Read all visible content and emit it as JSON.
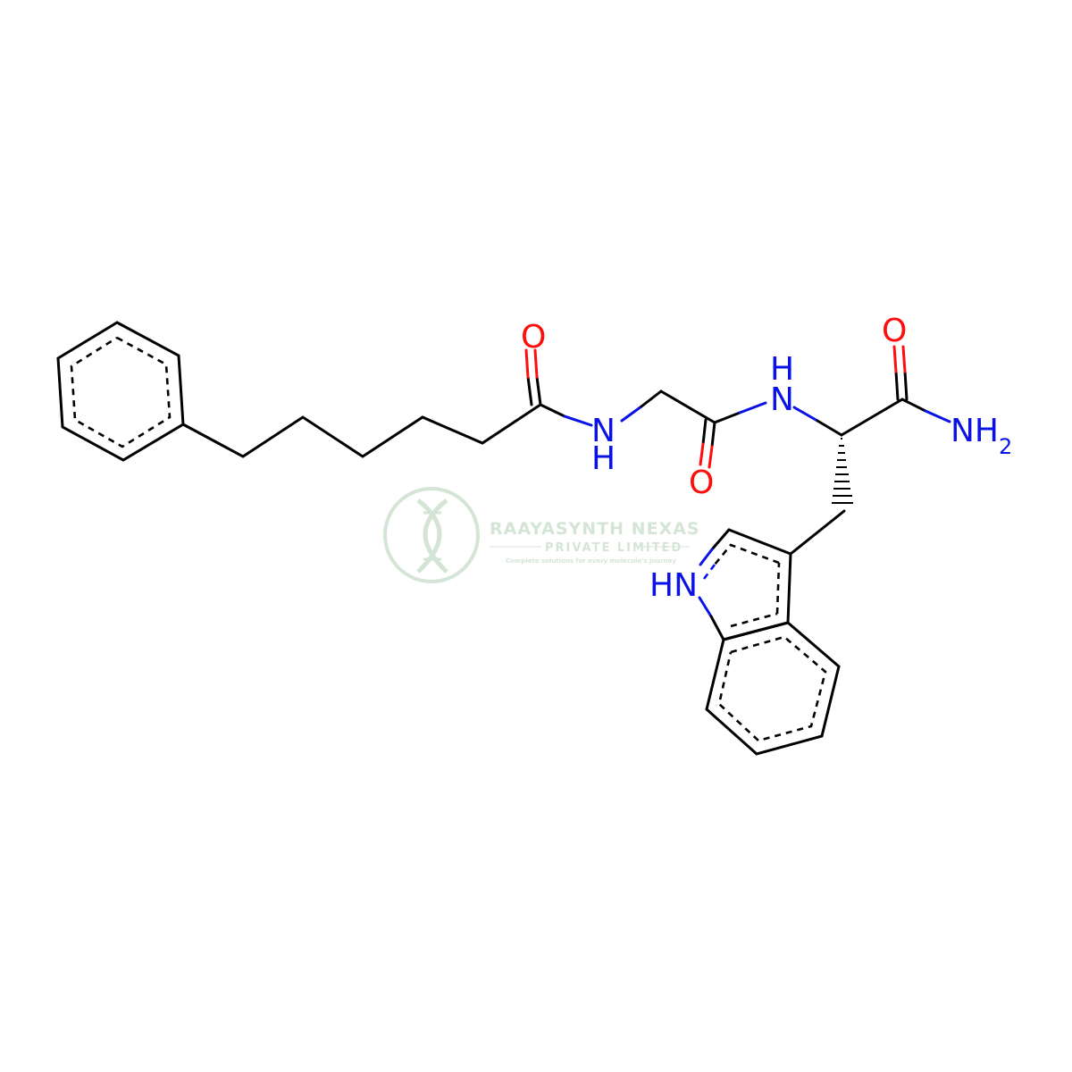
{
  "structure": {
    "atoms": {
      "o1": {
        "symbol": "O",
        "color": "#ff0d0d"
      },
      "nh1_n": {
        "symbol": "N",
        "color": "#0a12e8"
      },
      "nh1_h": {
        "symbol": "H",
        "color": "#0a12e8"
      },
      "o2": {
        "symbol": "O",
        "color": "#ff0d0d"
      },
      "nh2_h": {
        "symbol": "H",
        "color": "#0a12e8"
      },
      "nh2_n": {
        "symbol": "N",
        "color": "#0a12e8"
      },
      "o3": {
        "symbol": "O",
        "color": "#ff0d0d"
      },
      "nh3_main": {
        "symbol": "NH",
        "color": "#0a12e8"
      },
      "nh3_sub": {
        "symbol": "2",
        "color": "#0a12e8"
      },
      "hn_indole": {
        "symbol": "HN",
        "color": "#0a12e8"
      }
    }
  },
  "watermark": {
    "title": "RAAYASYNTH NEXAS",
    "subtitle": "PRIVATE LIMITED",
    "tagline": "Complete solutions for every molecule's journey",
    "color": "#2e7d32"
  }
}
